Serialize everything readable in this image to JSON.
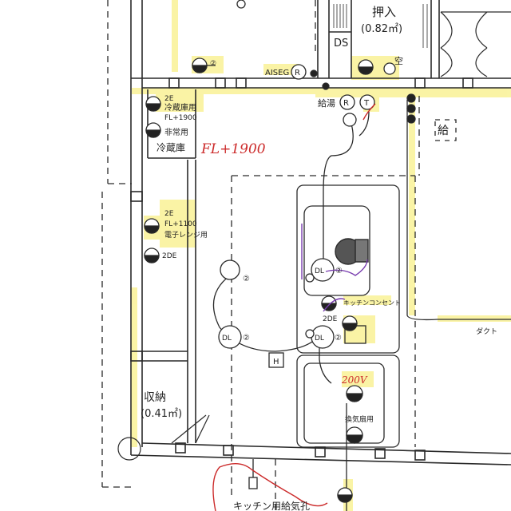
{
  "labels": {
    "oshiire": "押入",
    "oshiire_area": "(0.82㎡)",
    "ds": "DS",
    "aiseg": "AISEG",
    "kyuto": "給湯",
    "kyu_room": "給",
    "fridge_2e": "2E",
    "fridge_use": "冷蔵庫用",
    "fridge_fl": "FL+1900",
    "hijoyo": "非常用",
    "reizoko": "冷蔵庫",
    "hand_fl1900": "FL+1900",
    "e2_label": "2E",
    "e2_fl": "FL+1100",
    "denshi_range": "電子レンジ用",
    "de2": "2DE",
    "kitchen_outlet": "キッチンコンセント",
    "duct": "ダクト",
    "v200": "200V",
    "kankisen": "換気扇用",
    "shuno": "収納",
    "shuno_area": "(0.41㎡)",
    "bottom_text": "キッチン用給気孔",
    "kara": "空",
    "h": "H",
    "dl": "DL",
    "r": "R",
    "t": "T",
    "n2": "②",
    "n2e": "2E"
  },
  "colors": {
    "line": "#2a2a2a",
    "highlight_yellow": "#f5e63a",
    "red_pen": "#cc2b2b",
    "purple_pen": "#7a3fb0"
  }
}
